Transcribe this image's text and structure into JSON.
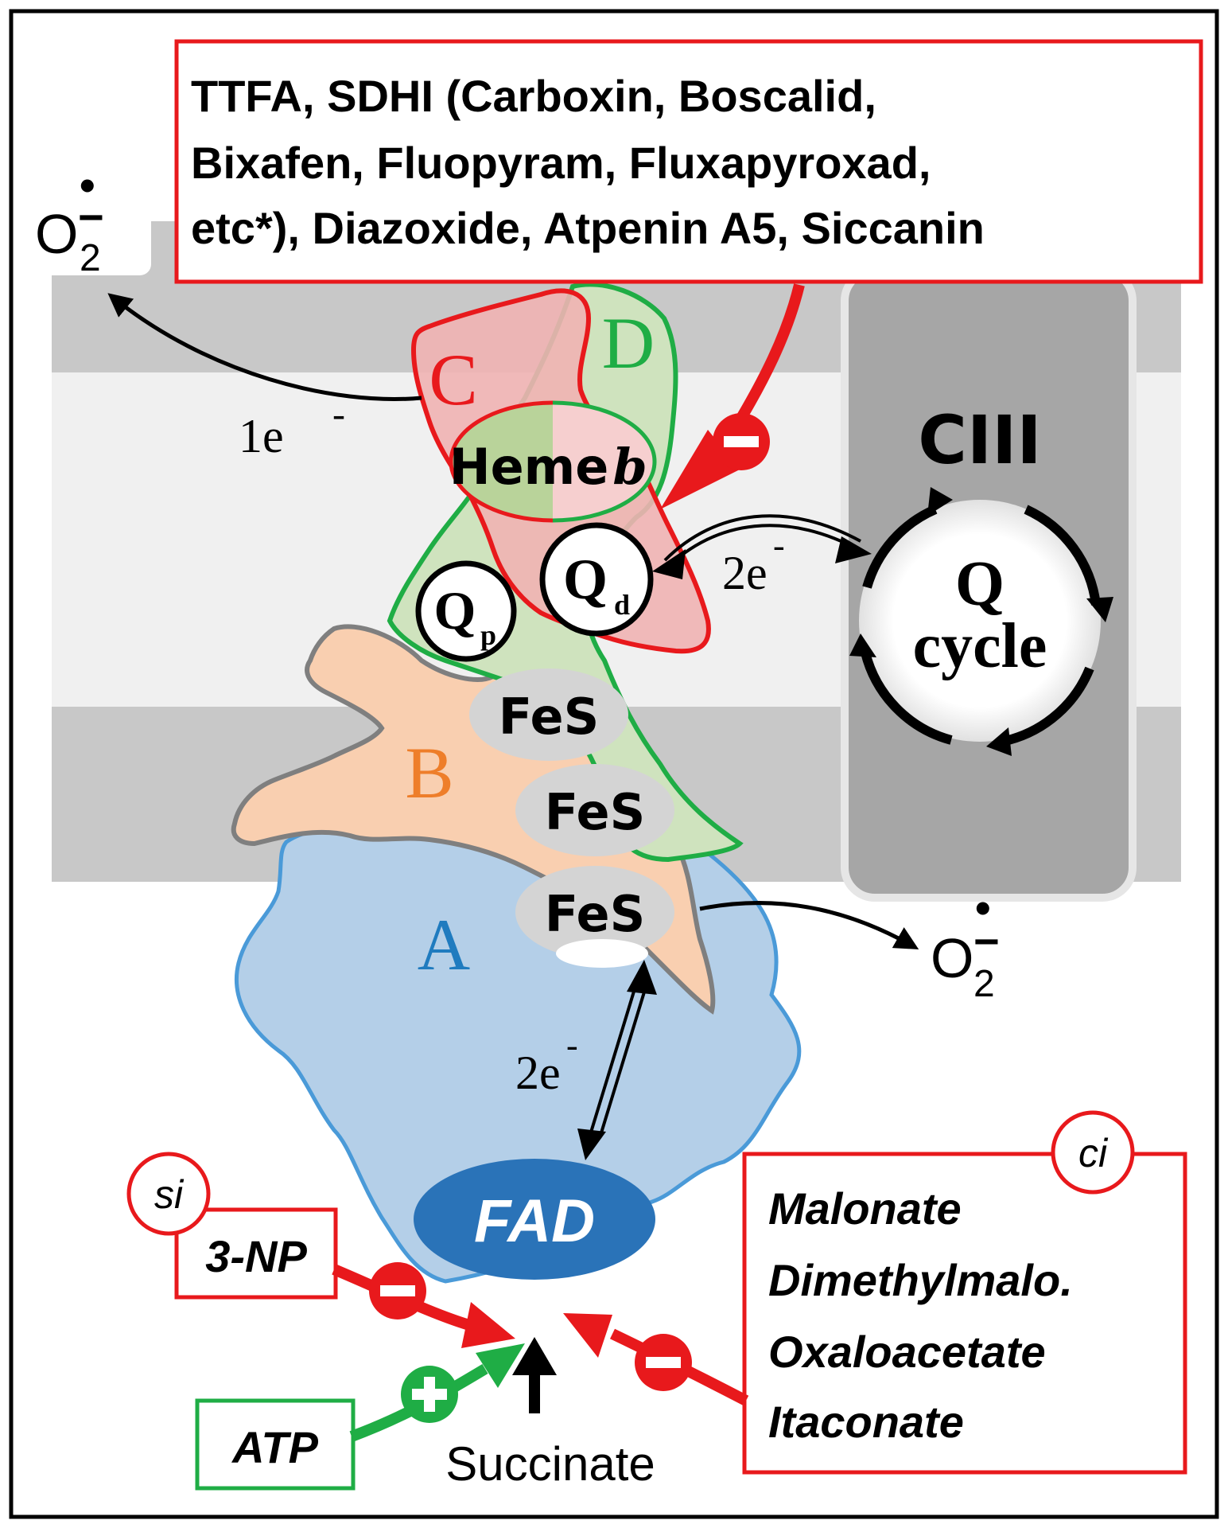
{
  "inhibitor_box_top": {
    "lines": [
      "TTFA, SDHI (Carboxin, Boscalid,",
      "Bixafen, Fluopyram, Fluxapyroxad,",
      "etc*), Diazoxide, Atpenin A5, Siccanin"
    ],
    "color": "#e8191c"
  },
  "superoxide_top": {
    "base": "O",
    "sub": "2",
    "dot": "•",
    "minus": "−"
  },
  "superoxide_right": {
    "base": "O",
    "sub": "2",
    "dot": "•",
    "minus": "−"
  },
  "electron_labels": {
    "one_e": "1e",
    "one_e_sup": "-",
    "two_e_right": "2e",
    "two_e_right_sup": "-",
    "two_e_bottom": "2e",
    "two_e_bottom_sup": "-"
  },
  "subunits": {
    "A": {
      "label": "A",
      "color": "#1f7bbf",
      "fill": "#b4cfe8"
    },
    "B": {
      "label": "B",
      "color": "#ee7e2a",
      "fill": "#f9cfb0"
    },
    "C": {
      "label": "C",
      "color": "#e8191c",
      "fill": "#efb3b3"
    },
    "D": {
      "label": "D",
      "color": "#1fad45",
      "fill": "#cfe3be"
    }
  },
  "cofactors": {
    "heme": {
      "text": "Heme",
      "italic": "b"
    },
    "qp": {
      "base": "Q",
      "sub": "p"
    },
    "qd": {
      "base": "Q",
      "sub": "d"
    },
    "fes": [
      "FeS",
      "FeS",
      "FeS"
    ],
    "fad": "FAD"
  },
  "complex3": {
    "label": "CIII",
    "cycle_line1": "Q",
    "cycle_line2": "cycle"
  },
  "inhibitor_si": {
    "badge": "si",
    "label": "3-NP",
    "symbol": "−"
  },
  "activator": {
    "label": "ATP",
    "symbol": "+",
    "color": "#1fad45"
  },
  "substrate": {
    "label": "Succinate"
  },
  "inhibitor_ci": {
    "badge": "ci",
    "lines": [
      "Malonate",
      "Dimethylmalo.",
      "Oxaloacetate",
      "Itaconate"
    ],
    "symbol": "−"
  },
  "inhibitor_q_symbol": "−",
  "colors": {
    "red": "#e8191c",
    "green": "#1fad45",
    "blue_dark": "#2a73b8",
    "membrane_dark": "#c8c8c8",
    "membrane_light": "#f0f0f0",
    "c3_fill": "#a6a6a6"
  }
}
